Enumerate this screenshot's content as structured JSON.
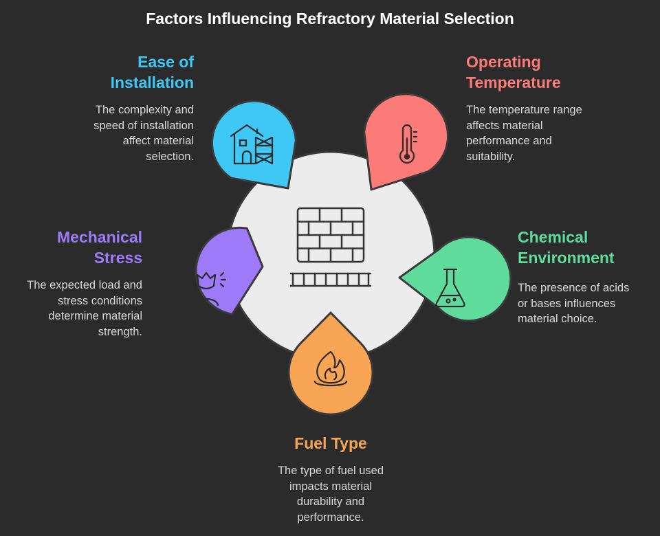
{
  "title": "Factors Influencing Refractory Material Selection",
  "center_icon": "brick-wall-icon",
  "factors": [
    {
      "title_lines": [
        "Ease of",
        "Installation"
      ],
      "description_lines": [
        "The complexity and",
        "speed of installation",
        "affect material",
        "selection."
      ],
      "color": "#3fc8f4",
      "icon": "scaffold-house-icon"
    },
    {
      "title_lines": [
        "Operating",
        "Temperature"
      ],
      "description_lines": [
        "The temperature range",
        "affects material",
        "performance and",
        "suitability."
      ],
      "color": "#fb7b78",
      "icon": "thermometer-icon"
    },
    {
      "title_lines": [
        "Chemical",
        "Environment"
      ],
      "description_lines": [
        "The presence of acids",
        "or bases influences",
        "material choice."
      ],
      "color": "#5fdc9c",
      "icon": "flask-icon"
    },
    {
      "title_lines": [
        "Fuel Type"
      ],
      "description_lines": [
        "The type of fuel used",
        "impacts material",
        "durability and",
        "performance."
      ],
      "color": "#f7a555",
      "icon": "flame-icon"
    },
    {
      "title_lines": [
        "Mechanical",
        "Stress"
      ],
      "description_lines": [
        "The expected load and",
        "stress conditions",
        "determine material",
        "strength."
      ],
      "color": "#9d7af7",
      "icon": "stressed-person-icon"
    }
  ],
  "colors": {
    "background": "#2b2b2b",
    "center_fill": "#ececec",
    "outline": "#3a3a3a",
    "icon_stroke": "#2b2b2b"
  }
}
